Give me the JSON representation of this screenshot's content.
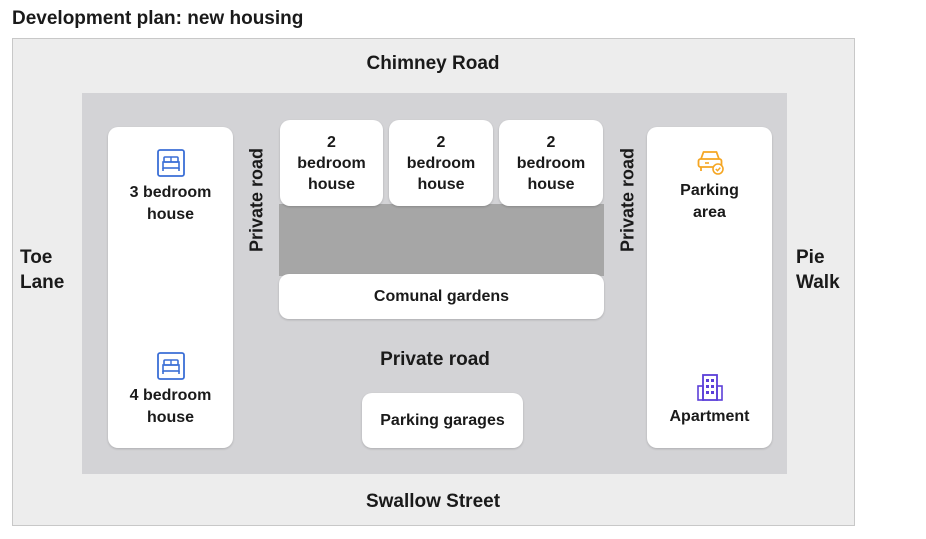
{
  "title": "Development plan: new housing",
  "streets": {
    "north": "Chimney Road",
    "south": "Swallow Street",
    "west_line1": "Toe",
    "west_line2": "Lane",
    "east_line1": "Pie",
    "east_line2": "Walk"
  },
  "roads": {
    "left": "Private road",
    "right": "Private road",
    "center": "Private road"
  },
  "plots": {
    "three_bedroom": {
      "line1": "3 bedroom",
      "line2": "house",
      "icon": "bed-icon"
    },
    "four_bedroom": {
      "line1": "4 bedroom",
      "line2": "house",
      "icon": "bed-icon"
    },
    "two_bedroom": [
      {
        "line1": "2",
        "line2": "bedroom",
        "line3": "house"
      },
      {
        "line1": "2",
        "line2": "bedroom",
        "line3": "house"
      },
      {
        "line1": "2",
        "line2": "bedroom",
        "line3": "house"
      }
    ],
    "gardens": "Comunal gardens",
    "garages": "Parking garages",
    "parking": {
      "line1": "Parking",
      "line2": "area",
      "icon": "car-icon"
    },
    "apartment": {
      "label": "Apartment",
      "icon": "building-icon"
    }
  },
  "colors": {
    "bed_icon": "#3b6fd6",
    "car_icon": "#f5a623",
    "building_icon": "#5b3fd9"
  }
}
